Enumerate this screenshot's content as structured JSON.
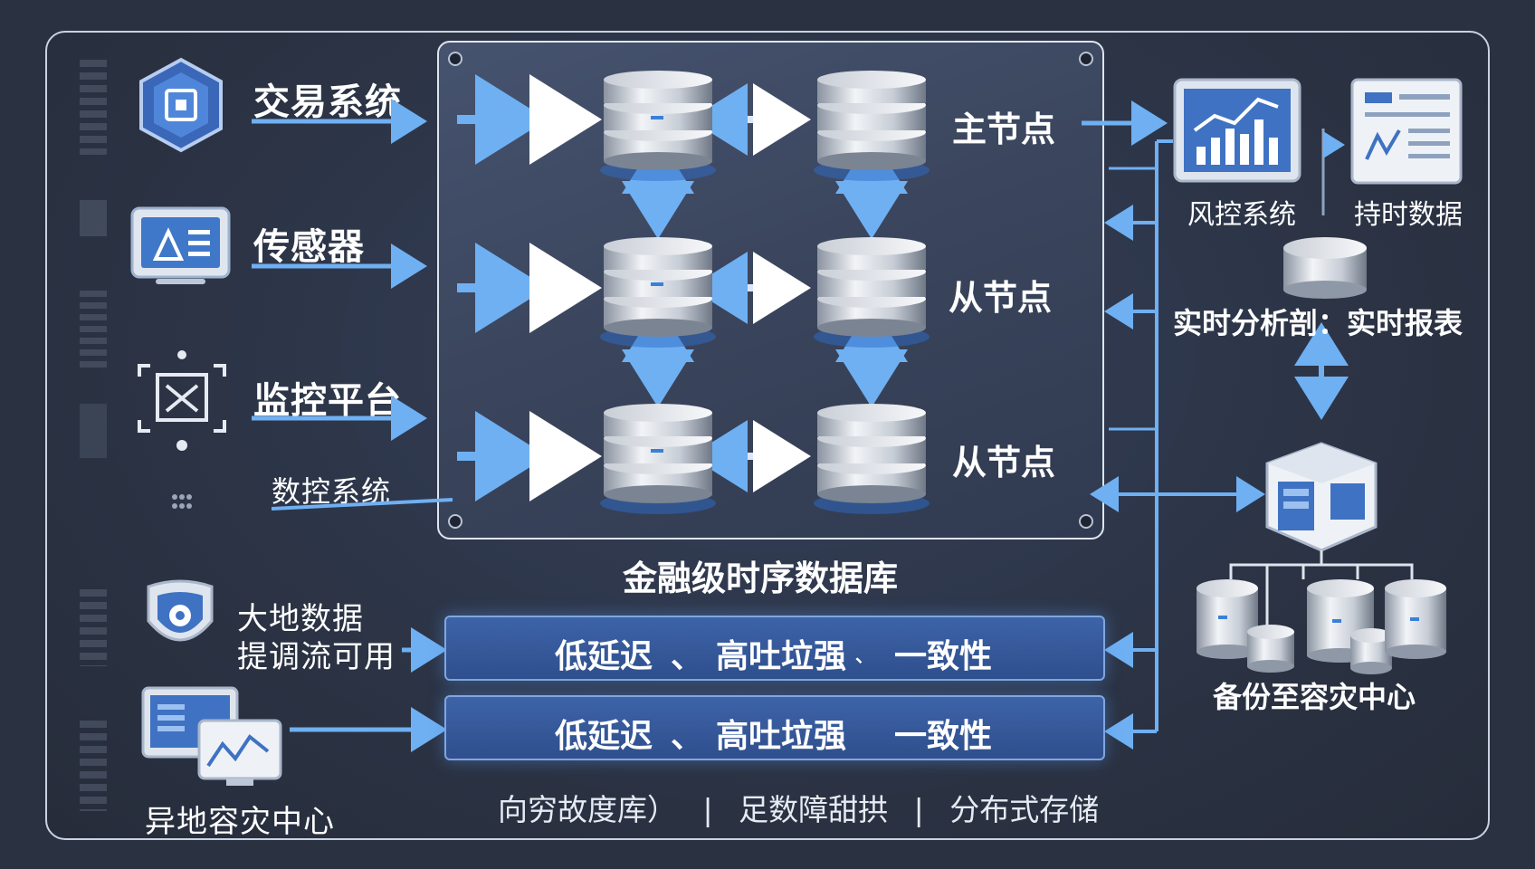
{
  "sources": [
    {
      "label": "交易系统",
      "icon": "cube-chip-icon"
    },
    {
      "label": "传感器",
      "icon": "sensor-monitor-icon"
    },
    {
      "label": "监控平台",
      "icon": "monitor-target-icon"
    },
    {
      "label": "数控系统",
      "icon": "dots-icon"
    },
    {
      "label_line1": "大地数据",
      "label_line2": "提调流可用",
      "icon": "shield-icon"
    },
    {
      "label": "异地容灾中心",
      "icon": "computer-chart-icon"
    }
  ],
  "database": {
    "title": "金融级时序数据库",
    "node_labels": [
      "主节点",
      "从节点",
      "从节点"
    ]
  },
  "bars": [
    {
      "text1": "低延迟",
      "sep1": "、",
      "text2": "高吐垃强",
      "sep2": "、",
      "text3": "一致性"
    },
    {
      "text1": "低延迟",
      "sep1": "、",
      "text2": "高吐垃强",
      "sep2": "",
      "text3": "一致性"
    }
  ],
  "footer": {
    "item1": "向穷故度库）",
    "sep1": "|",
    "item2": "足数障甜拱",
    "sep2": "|",
    "item3": "分布式存储"
  },
  "right": {
    "risk_label": "风控系统",
    "data_label": "持时数据",
    "analysis_label": "实时分析剖：实时报表",
    "backup_label": "备份至容灾中心"
  },
  "colors": {
    "background": "#2a3140",
    "accent_blue": "#5aa0e8",
    "bar_blue": "#3d63a8",
    "panel": "#3f4a63"
  }
}
